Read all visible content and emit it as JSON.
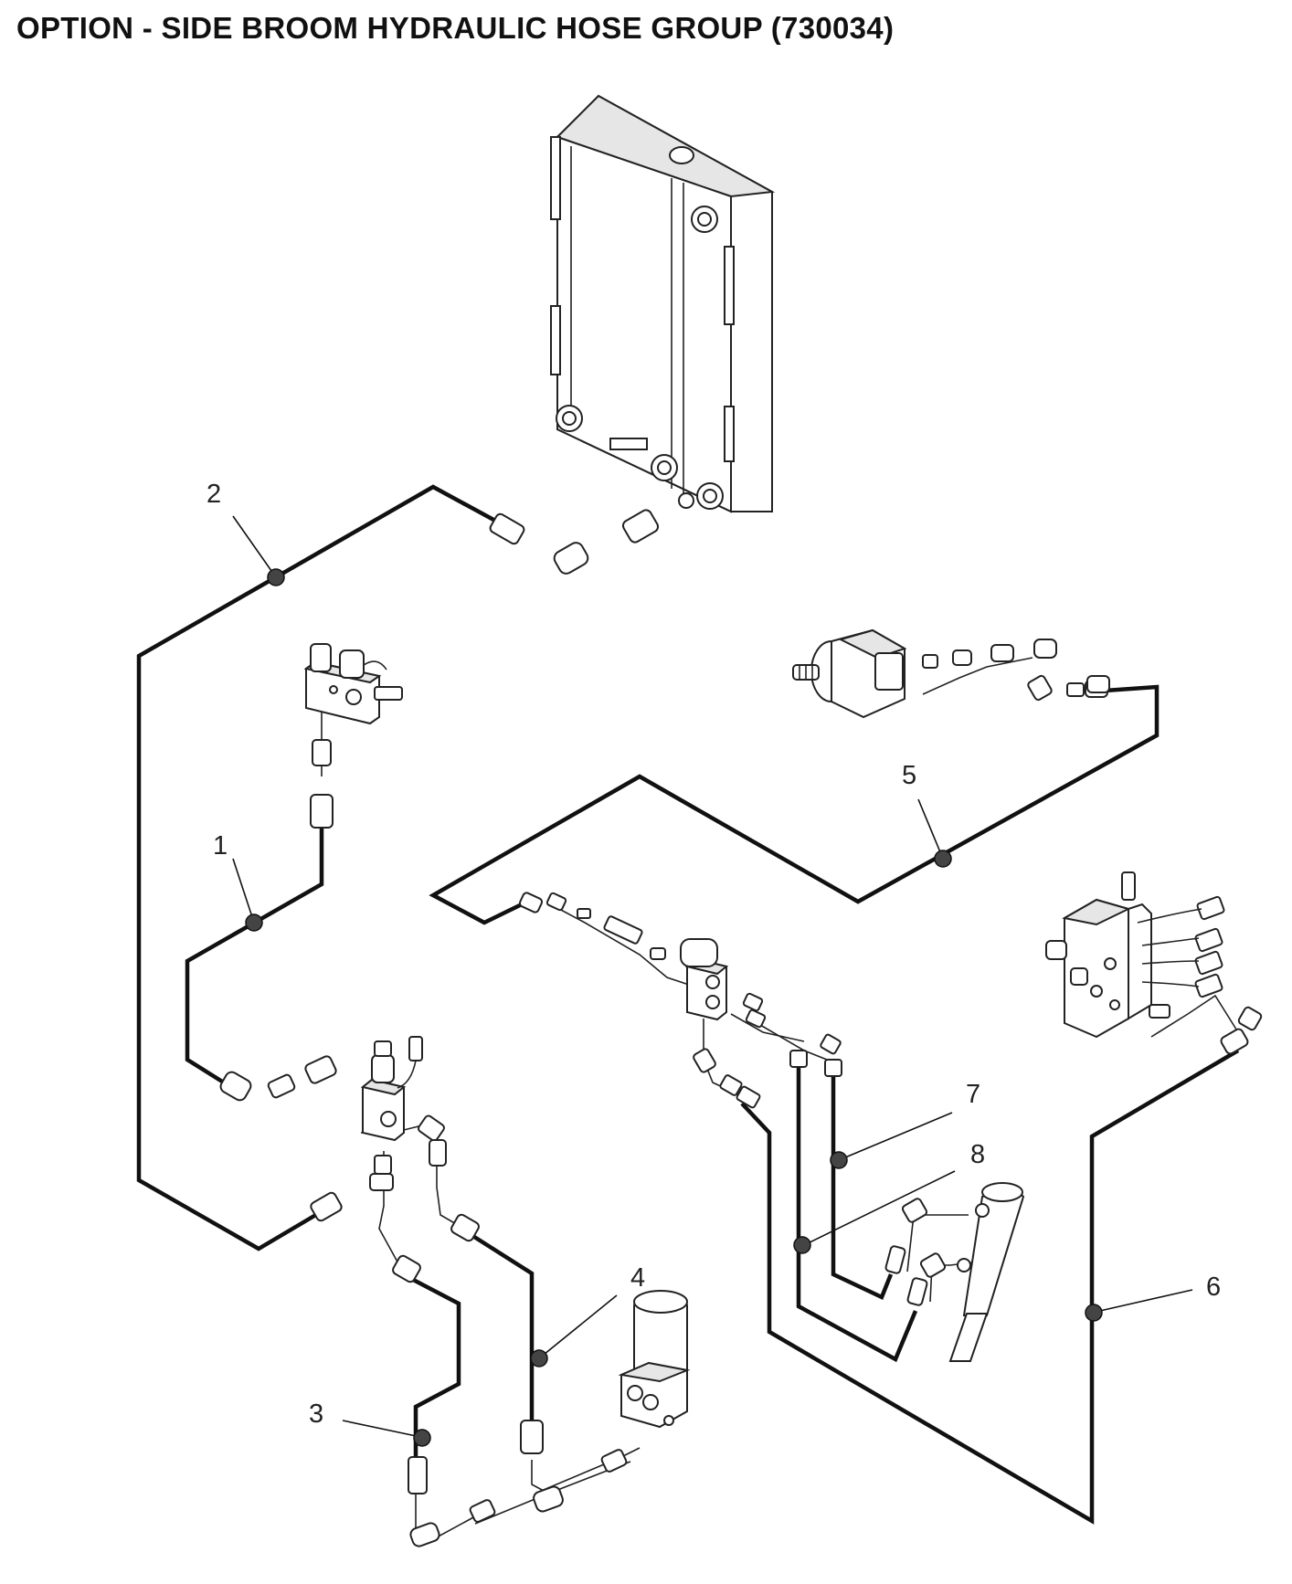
{
  "title": "OPTION - SIDE BROOM HYDRAULIC HOSE GROUP (730034)",
  "callouts": [
    {
      "id": "1",
      "label": "1"
    },
    {
      "id": "2",
      "label": "2"
    },
    {
      "id": "3",
      "label": "3"
    },
    {
      "id": "4",
      "label": "4"
    },
    {
      "id": "5",
      "label": "5"
    },
    {
      "id": "6",
      "label": "6"
    },
    {
      "id": "7",
      "label": "7"
    },
    {
      "id": "8",
      "label": "8"
    }
  ]
}
